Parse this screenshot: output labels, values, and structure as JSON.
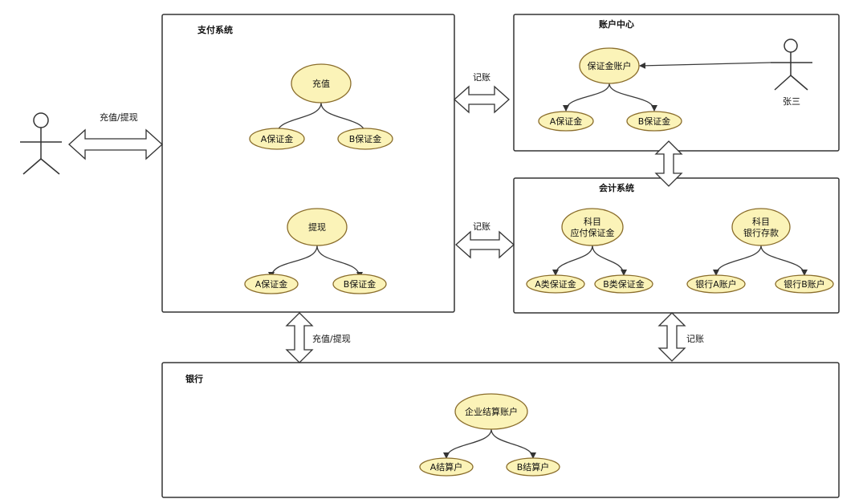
{
  "boxes": {
    "payment": {
      "title": "支付系统"
    },
    "account": {
      "title": "账户中心"
    },
    "accounting": {
      "title": "会计系统"
    },
    "bank": {
      "title": "银行"
    }
  },
  "nodes": {
    "recharge": "充值",
    "recharge_a": "A保证金",
    "recharge_b": "B保证金",
    "withdraw": "提现",
    "withdraw_a": "A保证金",
    "withdraw_b": "B保证金",
    "deposit_account": "保证金账户",
    "account_a": "A保证金",
    "account_b": "B保证金",
    "subject_payable_line1": "科目",
    "subject_payable_line2": "应付保证金",
    "class_a": "A类保证金",
    "class_b": "B类保证金",
    "subject_bank_line1": "科目",
    "subject_bank_line2": "银行存款",
    "bank_a": "银行A账户",
    "bank_b": "银行B账户",
    "enterprise_account": "企业结算账户",
    "settle_a": "A结算户",
    "settle_b": "B结算户"
  },
  "arrows": {
    "user_to_payment": "充值/提现",
    "payment_account": "记账",
    "payment_accounting": "记账",
    "payment_bank": "充值/提现",
    "accounting_bank": "记账"
  },
  "actors": {
    "zhangsan": "张三"
  }
}
